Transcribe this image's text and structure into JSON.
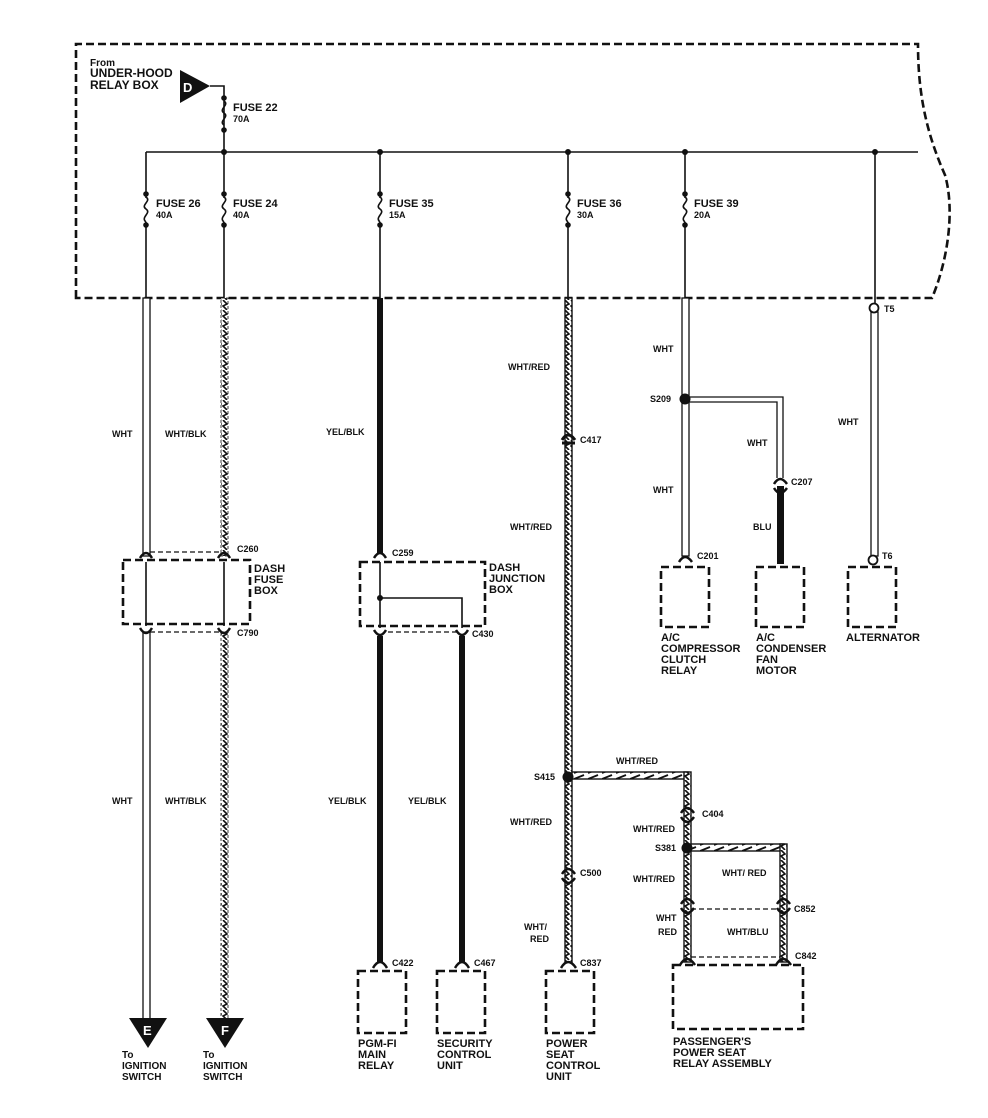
{
  "source": {
    "from_label": "From",
    "name_line1": "UNDER-HOOD",
    "name_line2": "RELAY BOX",
    "connector_letter": "D"
  },
  "fuses": [
    {
      "id": "fuse22",
      "name": "FUSE 22",
      "rating": "70A"
    },
    {
      "id": "fuse26",
      "name": "FUSE 26",
      "rating": "40A"
    },
    {
      "id": "fuse24",
      "name": "FUSE 24",
      "rating": "40A"
    },
    {
      "id": "fuse35",
      "name": "FUSE 35",
      "rating": "15A"
    },
    {
      "id": "fuse36",
      "name": "FUSE 36",
      "rating": "30A"
    },
    {
      "id": "fuse39",
      "name": "FUSE 39",
      "rating": "20A"
    }
  ],
  "wire_colors": {
    "w26_upper": "WHT",
    "w24_upper": "WHT/BLK",
    "w35_upper": "YEL/BLK",
    "w36_upper": "WHT/RED",
    "w36_mid": "WHT/RED",
    "w36_lower": "WHT/RED",
    "w36_bottom_1": "WHT/",
    "w36_bottom_2": "RED",
    "w39_upper": "WHT",
    "w39_lower": "WHT",
    "w39_branch": "WHT",
    "w39_blu": "BLU",
    "alt_wire": "WHT",
    "w26_lower": "WHT",
    "w24_lower": "WHT/BLK",
    "pgm_wire": "YEL/BLK",
    "sec_wire": "YEL/BLK",
    "s415_branch": "WHT/RED",
    "c404_lower": "WHT/RED",
    "s381_down": "WHT/RED",
    "s381_branch": "WHT/ RED",
    "c852_left_1": "WHT",
    "c852_left_2": "RED",
    "c852_right": "WHT/BLU"
  },
  "connectors": {
    "c260": "C260",
    "c790": "C790",
    "c259": "C259",
    "c430": "C430",
    "c417": "C417",
    "c422": "C422",
    "c467": "C467",
    "c500": "C500",
    "c837": "C837",
    "c404": "C404",
    "c852": "C852",
    "c842": "C842",
    "c201": "C201",
    "c207": "C207",
    "t5": "T5",
    "t6": "T6"
  },
  "splices": {
    "s209": "S209",
    "s415": "S415",
    "s381": "S381"
  },
  "boxes": {
    "dash_fuse_box": [
      "DASH",
      "FUSE",
      "BOX"
    ],
    "dash_junction_box": [
      "DASH",
      "JUNCTION",
      "BOX"
    ]
  },
  "components": {
    "pgm_fi": [
      "PGM-FI",
      "MAIN",
      "RELAY"
    ],
    "security": [
      "SECURITY",
      "CONTROL",
      "UNIT"
    ],
    "power_seat": [
      "POWER",
      "SEAT",
      "CONTROL",
      "UNIT"
    ],
    "passenger_relay": [
      "PASSENGER'S",
      "POWER SEAT",
      "RELAY ASSEMBLY"
    ],
    "ac_compressor": [
      "A/C",
      "COMPRESSOR",
      "CLUTCH",
      "RELAY"
    ],
    "ac_condenser": [
      "A/C",
      "CONDENSER",
      "FAN",
      "MOTOR"
    ],
    "alternator": [
      "ALTERNATOR"
    ]
  },
  "terminals": [
    {
      "letter": "E",
      "to": "To",
      "line1": "IGNITION",
      "line2": "SWITCH"
    },
    {
      "letter": "F",
      "to": "To",
      "line1": "IGNITION",
      "line2": "SWITCH"
    }
  ]
}
